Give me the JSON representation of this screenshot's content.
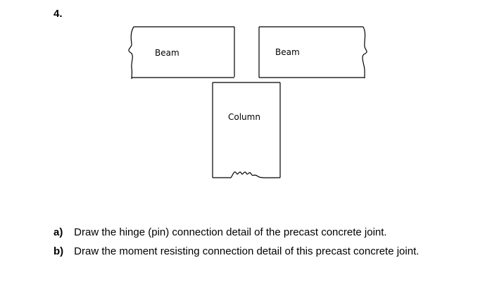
{
  "question": {
    "number": "4.",
    "parts": [
      {
        "tag": "a)",
        "text": "Draw the hinge (pin) connection detail of the precast concrete joint."
      },
      {
        "tag": "b)",
        "text": "Draw the moment resisting connection detail of this precast concrete joint."
      }
    ]
  },
  "diagram": {
    "left_beam_label": "Beam",
    "right_beam_label": "Beam",
    "column_label": "Column",
    "line_color": "#000000"
  }
}
